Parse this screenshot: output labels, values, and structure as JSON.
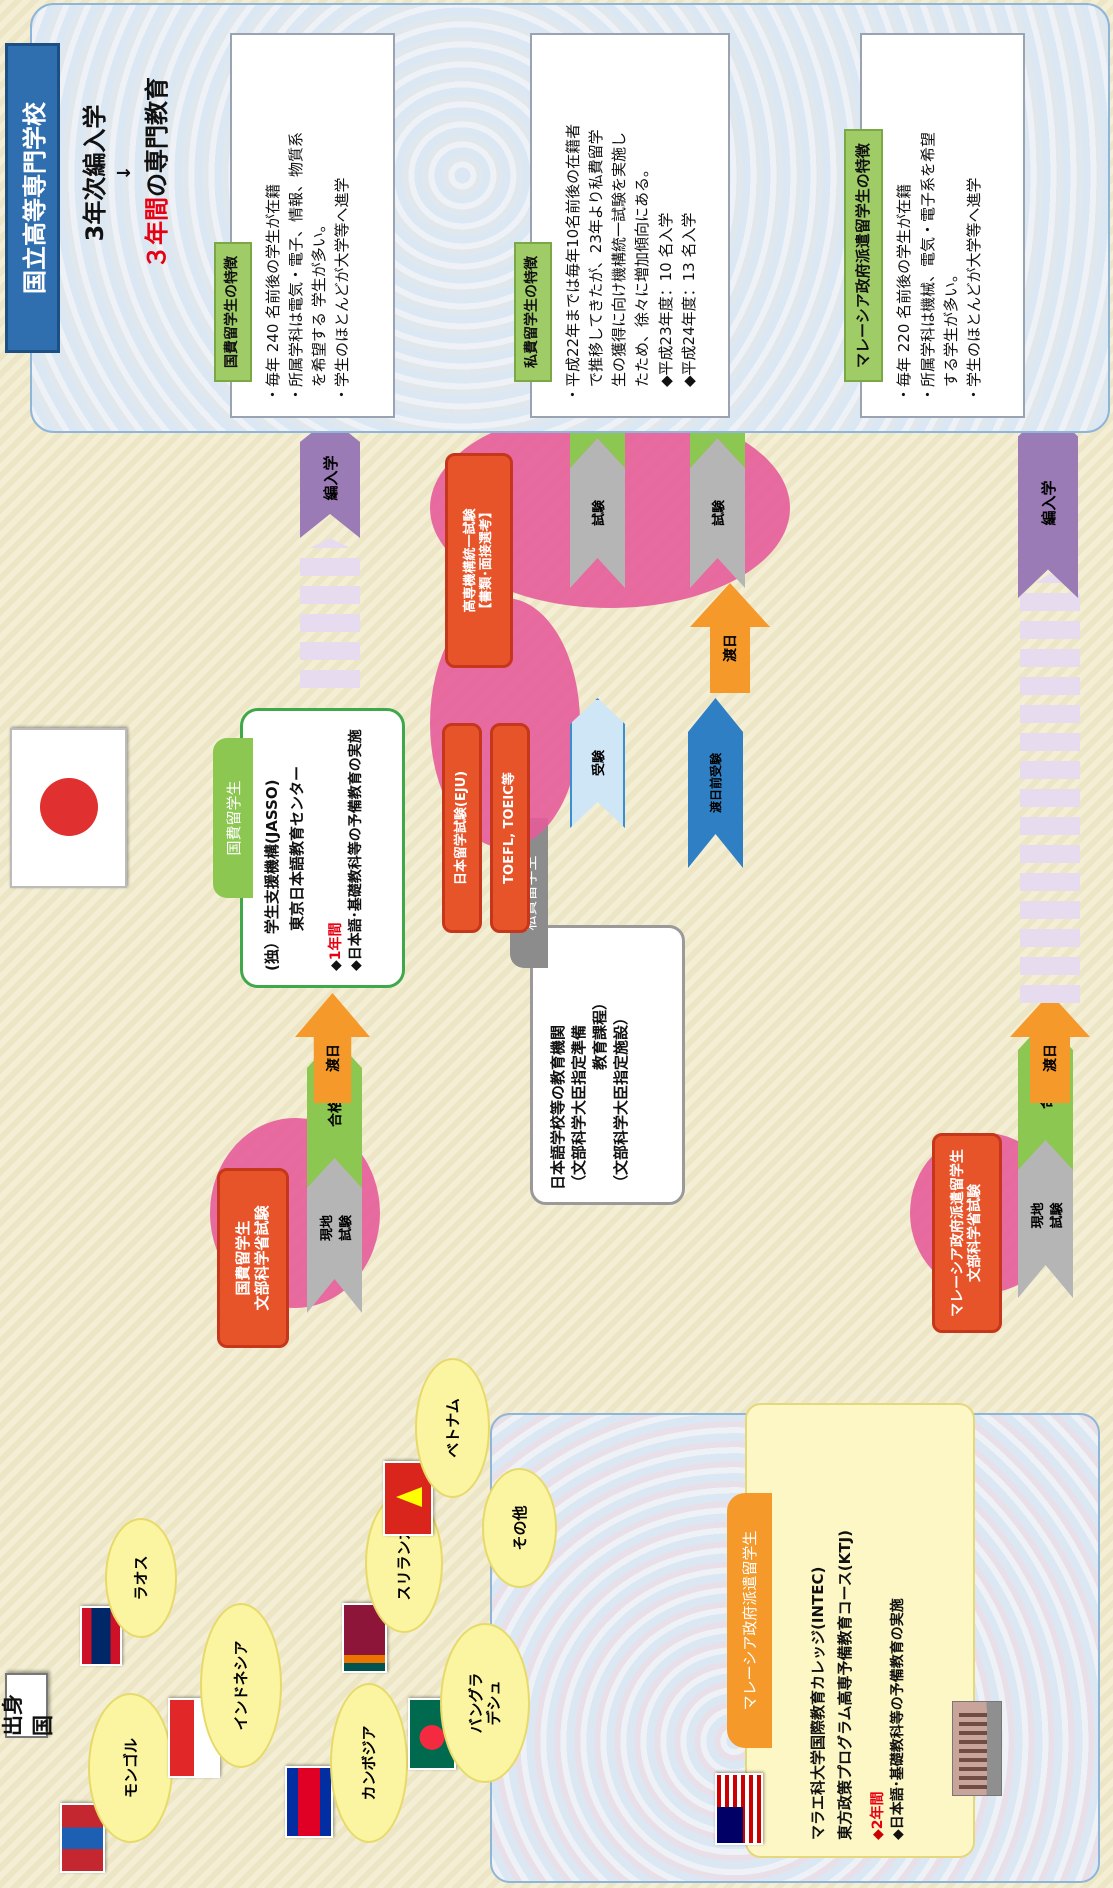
{
  "title_right": "国立高等専門学校",
  "title_left": "出身国",
  "edu_line1": "3年次編入学",
  "arrow_symbol": "↓",
  "edu_line2_red": "３年間",
  "edu_line2_rest": "の専門教育",
  "countries": [
    {
      "name": "モンゴル"
    },
    {
      "name": "インドネシア"
    },
    {
      "name": "ラオス"
    },
    {
      "name": "カンボジア"
    },
    {
      "name": "スリランカ"
    },
    {
      "name": "バングラ\nデシュ"
    },
    {
      "name": "その他"
    },
    {
      "name": "ベトナム"
    }
  ],
  "gov_exam": "国費留学生\n文部科学省試験",
  "mal_exam": "マレーシア政府派遣留学生\n文部科学省試験",
  "local_exam": "現地\n試験",
  "pass": "合格",
  "travel": "渡日",
  "exam": "試験",
  "receive_exam": "受験",
  "pre_exam": "渡日前受験",
  "admission": "編入学",
  "gov_student": {
    "tab": "国費留学生",
    "line1": "(独）学生支援機構(JASSO)",
    "line2": "東京日本語教育センター",
    "bullet1_red": "1年間",
    "bullet2": "日本語･基礎教科等の予備教育の実施"
  },
  "priv_student": {
    "tab": "私費留学生",
    "line1": "日本語学校等の教育機関",
    "line2": "（文部科学大臣指定準備",
    "line3": "教育課程）",
    "line4": "（文部科学大臣指定施設）"
  },
  "mal_student": {
    "tab": "マレーシア政府派遣留学生",
    "line1": "マラエ科大学国際教育カレッジ(INTEC)",
    "line2": "東方政策プログラム高専予備教育コース(KTJ)",
    "bullet1_red": "2年間",
    "bullet2": "日本語･基礎教科等の予備教育の実施"
  },
  "ejun": "日本留学試験(EJU)",
  "toefl": "TOEFL, TOEIC等",
  "kosen_exam": "高専機構統一試験\n【書類･面接選考】",
  "features": [
    {
      "title": "国費留学生の特徴",
      "lines": [
        "・毎年 240 名前後の学生が在籍",
        "・所属学科は電気・電子、情報、物質系",
        "　を希望する 学生が多い。",
        "・学生のほとんどが大学等へ進学"
      ]
    },
    {
      "title": "私費留学生の特徴",
      "lines": [
        "・平成22年までは毎年10名前後の在籍者",
        "　で推移してきたが、23年より私費留学",
        "　生の獲得に向け機構統一試験を実施し",
        "　たため、徐々に増加傾向にある。",
        "　◆平成23年度：10 名入学",
        "　◆平成24年度：13 名入学"
      ]
    },
    {
      "title": "マレーシア政府派遣留学生の特徴",
      "lines": [
        "・毎年 220 名前後の学生が在籍",
        "・所属学科は機械、電気・電子系を希望",
        "　する学生が多い。",
        "・学生のほとんどが大学等へ進学"
      ]
    }
  ],
  "colors": {
    "orange": "#f59a2a",
    "green": "#8cc751",
    "purple": "#9a7bb6",
    "red": "#e8542a",
    "pink": "#e65c9a",
    "blue": "#8bc7ea"
  }
}
